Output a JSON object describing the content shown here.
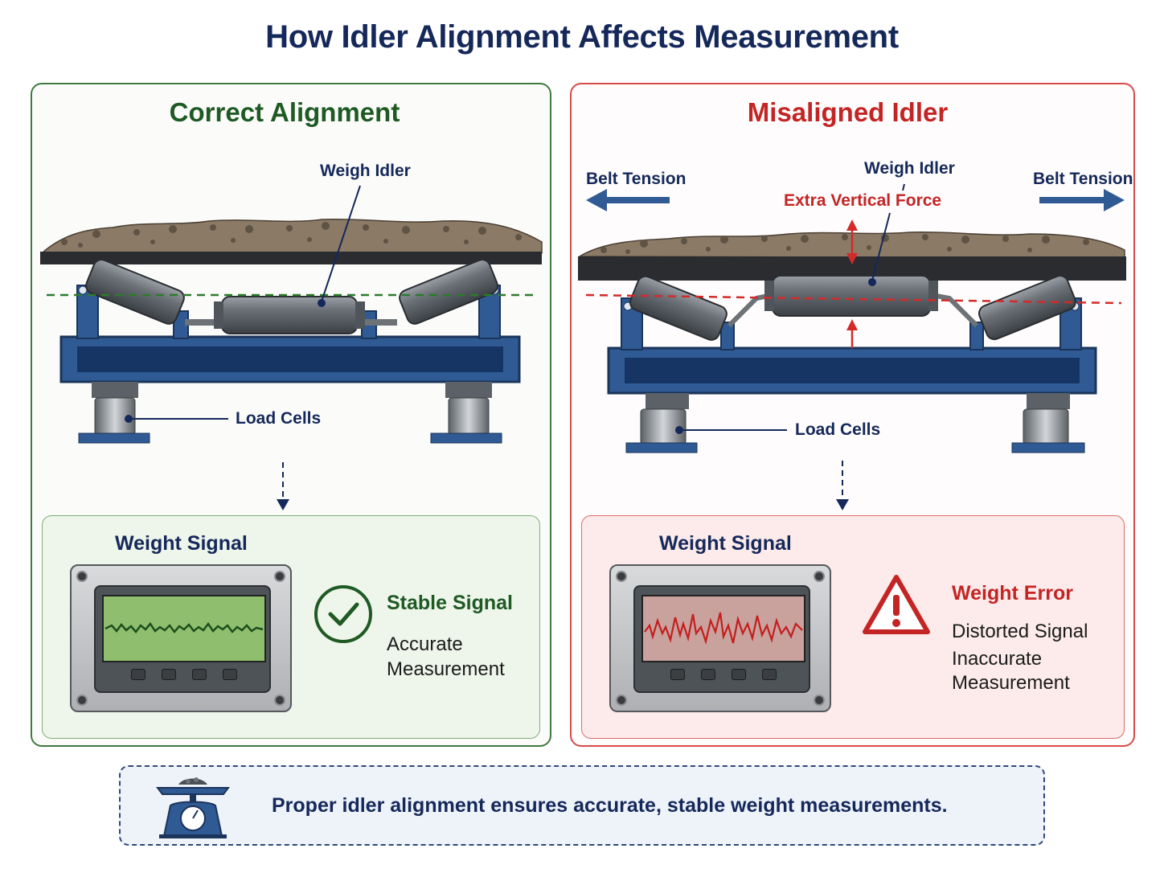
{
  "title": "How Idler Alignment Affects Measurement",
  "left_panel": {
    "title": "Correct Alignment",
    "weigh_idler_label": "Weigh Idler",
    "load_cells_label": "Load Cells",
    "signal": {
      "title": "Weight Signal",
      "status_title": "Stable Signal",
      "status_line1": "Accurate",
      "status_line2": "Measurement",
      "status_icon": "check-circle-icon",
      "color": "#1f5a24"
    }
  },
  "right_panel": {
    "title": "Misaligned Idler",
    "weigh_idler_label": "Weigh Idler",
    "extra_force_label": "Extra Vertical Force",
    "belt_tension_left": "Belt Tension",
    "belt_tension_right": "Belt Tension",
    "load_cells_label": "Load Cells",
    "signal": {
      "title": "Weight Signal",
      "status_title": "Weight Error",
      "status_line1": "Distorted Signal",
      "status_line2": "Inaccurate",
      "status_line3": "Measurement",
      "status_icon": "warning-triangle-icon",
      "color": "#c42424"
    }
  },
  "footer": {
    "text": "Proper idler alignment ensures accurate, stable weight measurements.",
    "icon": "scale-icon"
  },
  "colors": {
    "frame_blue": "#2f5a94",
    "correct_green": "#1f5a24",
    "error_red": "#c42424",
    "navy": "#15285a"
  }
}
